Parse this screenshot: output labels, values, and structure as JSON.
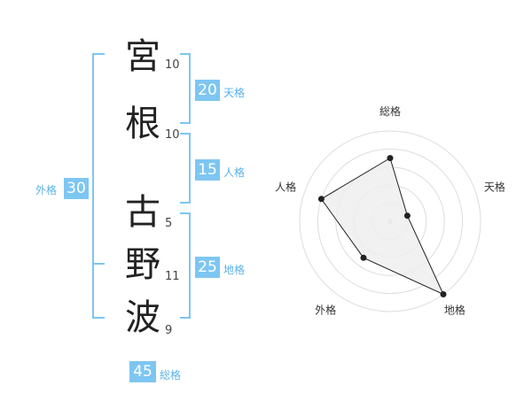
{
  "name": {
    "chars": [
      {
        "char": "宮",
        "strokes": "10"
      },
      {
        "char": "根",
        "strokes": "10"
      },
      {
        "char": "古",
        "strokes": "5"
      },
      {
        "char": "野",
        "strokes": "11"
      },
      {
        "char": "波",
        "strokes": "9"
      }
    ]
  },
  "kakusu": {
    "tenkaku": {
      "value": "20",
      "label": "天格"
    },
    "jinkaku": {
      "value": "15",
      "label": "人格"
    },
    "chikaku": {
      "value": "25",
      "label": "地格"
    },
    "gaikaku": {
      "value": "30",
      "label": "外格"
    },
    "soukaku": {
      "value": "45",
      "label": "総格"
    }
  },
  "colors": {
    "accent": "#7ec6f2",
    "label": "#5ab2e8",
    "radar_fill": "#eeeeee",
    "radar_line": "#222222",
    "ring": "#dddddd"
  },
  "chart_data": {
    "type": "radar",
    "axes": [
      "総格",
      "天格",
      "地格",
      "外格",
      "人格"
    ],
    "values": [
      3.5,
      1,
      5,
      2.5,
      4
    ],
    "range": [
      0,
      5
    ],
    "rings": 5
  }
}
